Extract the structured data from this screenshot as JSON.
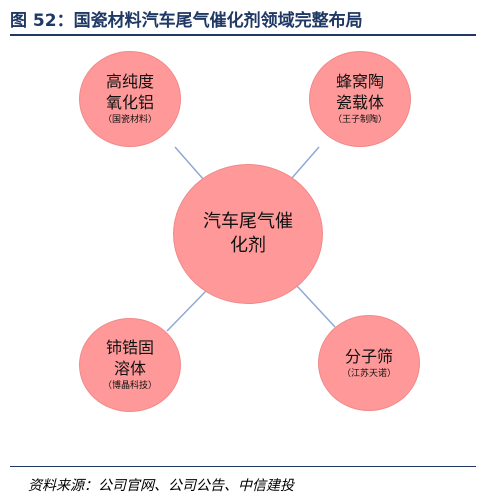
{
  "title": "图 52：国瓷材料汽车尾气催化剂领域完整布局",
  "source": "资料来源：公司官网、公司公告、中信建投",
  "colors": {
    "node_fill": "#ff9999",
    "line": "#8fa8d6",
    "title": "#1f3864"
  },
  "diagram": {
    "center": {
      "line1": "汽车尾气催",
      "line2": "化剂"
    },
    "nodes": [
      {
        "line1": "高纯度",
        "line2": "氧化铝",
        "sub": "（国瓷材料）"
      },
      {
        "line1": "蜂窝陶",
        "line2": "瓷载体",
        "sub": "（王子制陶）"
      },
      {
        "line1": "铈锆固",
        "line2": "溶体",
        "sub": "（博晶科技）"
      },
      {
        "line1": "分子筛",
        "line2": "",
        "sub": "（江苏天诺）"
      }
    ]
  }
}
